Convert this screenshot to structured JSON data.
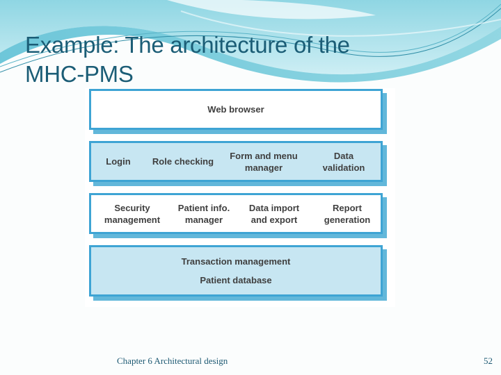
{
  "slide": {
    "title_line1": "Example: The architecture of the",
    "title_line2": "MHC-PMS",
    "footer": "Chapter 6 Architectural design",
    "page_number": "52"
  },
  "colors": {
    "title_text": "#1b5d76",
    "box_border": "#3ea4d4",
    "box_shadow": "#62b7da",
    "box_fill_light_blue": "#c7e6f2",
    "box_fill_white": "#ffffff",
    "box_text": "#3f3f3f",
    "footer_text": "#1e5a73",
    "wave_cyan_dark": "#55bdd3",
    "wave_cyan_light": "#a9dfe9",
    "wave_line_teal": "#2f8da6"
  },
  "diagram": {
    "layers": [
      {
        "id": "web-browser",
        "fill": "white",
        "items": [
          {
            "lines": [
              "Web browser"
            ]
          }
        ]
      },
      {
        "id": "ui-components",
        "fill": "light_blue",
        "items": [
          {
            "lines": [
              "Login"
            ]
          },
          {
            "lines": [
              "Role checking"
            ]
          },
          {
            "lines": [
              "Form and menu",
              "manager"
            ]
          },
          {
            "lines": [
              "Data",
              "validation"
            ]
          }
        ]
      },
      {
        "id": "application-services",
        "fill": "white",
        "items": [
          {
            "lines": [
              "Security",
              "management"
            ]
          },
          {
            "lines": [
              "Patient info.",
              "manager"
            ]
          },
          {
            "lines": [
              "Data import",
              "and export"
            ]
          },
          {
            "lines": [
              "Report",
              "generation"
            ]
          }
        ]
      },
      {
        "id": "data-management",
        "fill": "light_blue",
        "items": [
          {
            "lines": [
              "Transaction management"
            ]
          },
          {
            "lines": [
              "Patient database"
            ]
          }
        ]
      }
    ]
  }
}
